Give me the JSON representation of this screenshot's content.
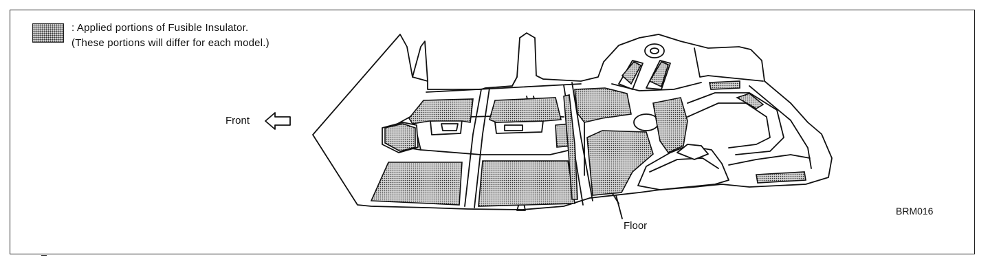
{
  "legend": {
    "line1": ": Applied portions of Fusible Insulator.",
    "line2": "(These portions will  differ for each model.)"
  },
  "labels": {
    "front": "Front",
    "floor": "Floor",
    "code": "BRM016"
  },
  "colors": {
    "line": "#111111",
    "insulator_fill": "#cfcfcf",
    "background": "#ffffff"
  },
  "icons": {
    "front_arrow": "left-arrow-icon"
  }
}
